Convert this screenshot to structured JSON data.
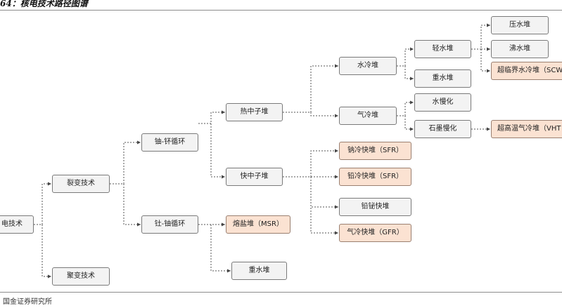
{
  "figure": {
    "title": "64：核电技术路径图谱",
    "source": "国金证券研究所"
  },
  "nodes": {
    "nuclear": "电技术",
    "fission": "裂变技术",
    "fusion": "聚变技术",
    "u_pu": "铀-钚循环",
    "th_u": "钍-铀循环",
    "thermal": "热中子堆",
    "fast": "快中子堆",
    "msr": "熔盐堆（MSR）",
    "heavy_water_th": "重水堆",
    "water_cooled": "水冷堆",
    "gas_cooled": "气冷堆",
    "sfr": "钠冷快堆（SFR）",
    "lfr": "铅冷快堆（SFR）",
    "pb_bi": "铅铋快堆",
    "gfr": "气冷快堆（GFR）",
    "light_water": "轻水堆",
    "heavy_water": "重水堆",
    "water_moderated": "水慢化",
    "graphite_moderated": "石墨慢化",
    "pwr": "压水堆",
    "bwr": "沸水堆",
    "scwr": "超临界水冷堆（SCW",
    "vhtr": "超高温气冷堆（VHT"
  },
  "colors": {
    "highlight": "#fbe2d2",
    "default": "#f3f3f3",
    "connector": "#555555"
  }
}
